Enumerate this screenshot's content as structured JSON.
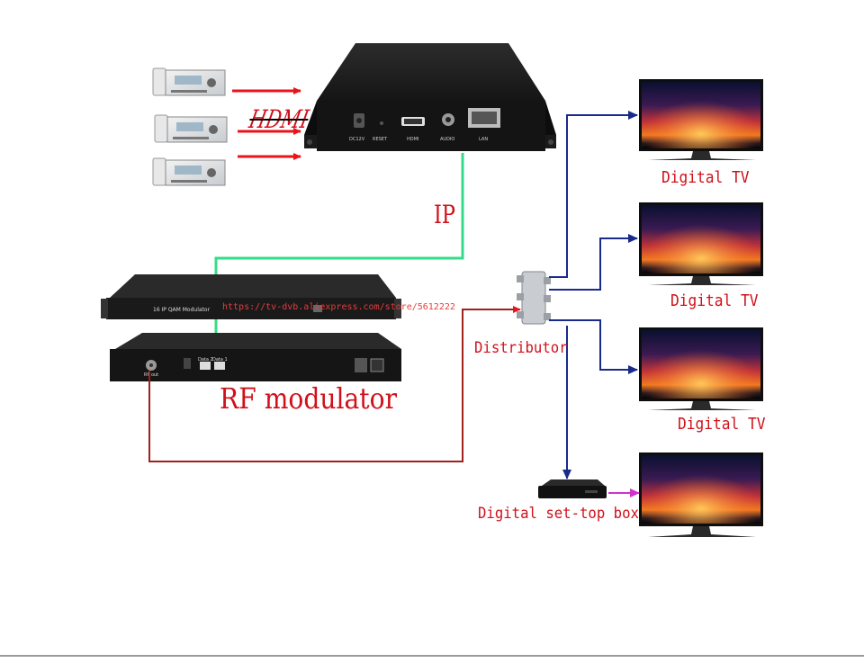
{
  "labels": {
    "hdmi": "HDMI",
    "ip": "IP",
    "rf_modulator": "RF modulator",
    "distributor": "Distributor",
    "digital_tv": "Digital TV",
    "set_top_box": "Digital set-top box",
    "url": "https://tv-dvb.aliexpress.com/store/5612222"
  },
  "encoder_ports": [
    "DC12V",
    "RESET",
    "HDMI",
    "AUDIO",
    "LAN"
  ],
  "modulator_front_label": "16 IP QAM Modulator",
  "modulator_back_ports": [
    "Data 2",
    "Data 1",
    "RF out"
  ],
  "colors": {
    "hdmi_arrow": "#e8141b",
    "ip_cable": "#33dd88",
    "rf_cable": "#a0201c",
    "tv_feed": "#1a2a8a",
    "stb_to_tv": "#cc33cc",
    "label_red": "#d0101a"
  }
}
